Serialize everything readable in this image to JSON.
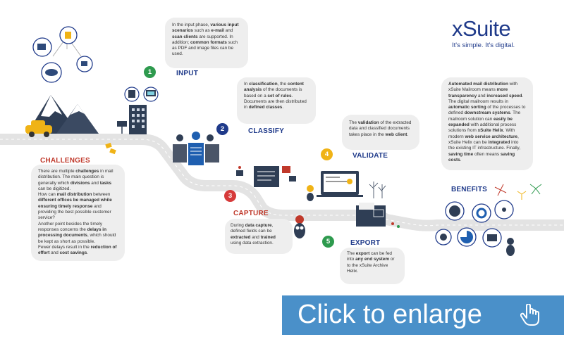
{
  "brand": {
    "name_prefix": "x",
    "name_main": "Suite",
    "slogan": "It's simple. It's digital."
  },
  "steps": {
    "input": {
      "number": "1",
      "title": "INPUT",
      "color": "#2e9a4e"
    },
    "classify": {
      "number": "2",
      "title": "CLASSIFY",
      "color": "#1f3a8a"
    },
    "capture": {
      "number": "3",
      "title": "CAPTURE",
      "color": "#d63a3a"
    },
    "validate": {
      "number": "4",
      "title": "VALIDATE",
      "color": "#f0b316"
    },
    "export": {
      "number": "5",
      "title": "EXPORT",
      "color": "#2e9a4e"
    },
    "benefits": {
      "title": "BENEFITS"
    },
    "challenges": {
      "title": "CHALLENGES"
    }
  },
  "texts": {
    "input": [
      {
        "t": "In the input phase, ",
        "b": false
      },
      {
        "t": "various input scenarios",
        "b": true
      },
      {
        "t": " such as ",
        "b": false
      },
      {
        "t": "e-mail",
        "b": true
      },
      {
        "t": " and ",
        "b": false
      },
      {
        "t": "scan clients",
        "b": true
      },
      {
        "t": " are supported. In addition; ",
        "b": false
      },
      {
        "t": "common formats",
        "b": true
      },
      {
        "t": " such as PDF and image files can be used.",
        "b": false
      }
    ],
    "classify": [
      {
        "t": "In ",
        "b": false
      },
      {
        "t": "classification",
        "b": true
      },
      {
        "t": ", the ",
        "b": false
      },
      {
        "t": "content analysis",
        "b": true
      },
      {
        "t": " of the documents is based on a ",
        "b": false
      },
      {
        "t": "set of rules",
        "b": true
      },
      {
        "t": ". Documents are then distributed in ",
        "b": false
      },
      {
        "t": "defined classes",
        "b": true
      },
      {
        "t": ".",
        "b": false
      }
    ],
    "validate": [
      {
        "t": "The ",
        "b": false
      },
      {
        "t": "validation",
        "b": true
      },
      {
        "t": " of the extracted data and classified documents takes place in the ",
        "b": false
      },
      {
        "t": "web client",
        "b": true
      },
      {
        "t": ".",
        "b": false
      }
    ],
    "capture": [
      {
        "t": "During ",
        "b": false
      },
      {
        "t": "data capture",
        "b": true
      },
      {
        "t": ", defined fields can be ",
        "b": false
      },
      {
        "t": "extracted",
        "b": true
      },
      {
        "t": " and ",
        "b": false
      },
      {
        "t": "trained",
        "b": true
      },
      {
        "t": " using data extraction.",
        "b": false
      }
    ],
    "export": [
      {
        "t": "The ",
        "b": false
      },
      {
        "t": "export",
        "b": true
      },
      {
        "t": " can be fed into ",
        "b": false
      },
      {
        "t": "any end system",
        "b": true
      },
      {
        "t": " or to the xSuite Archive Helix.",
        "b": false
      }
    ],
    "challenges": [
      {
        "t": "There are multiple ",
        "b": false
      },
      {
        "t": "challenges",
        "b": true
      },
      {
        "t": " in mail distribution. The main question is generally which ",
        "b": false
      },
      {
        "t": "divisions",
        "b": true
      },
      {
        "t": " and ",
        "b": false
      },
      {
        "t": "tasks",
        "b": true
      },
      {
        "t": " can be digitized.",
        "b": false
      },
      {
        "br": true
      },
      {
        "t": "How can ",
        "b": false
      },
      {
        "t": "mail distribution",
        "b": true
      },
      {
        "t": " between ",
        "b": false
      },
      {
        "t": "different offices be managed while ensuring timely response",
        "b": true
      },
      {
        "t": " and providing the best possible customer service?",
        "b": false
      },
      {
        "br": true
      },
      {
        "t": "Another point besides the timely responses concerns the ",
        "b": false
      },
      {
        "t": "delays in processing documents",
        "b": true
      },
      {
        "t": ", which should be kept as short as possible.",
        "b": false
      },
      {
        "br": true
      },
      {
        "t": "Fewer delays result in the ",
        "b": false
      },
      {
        "t": "reduction of effort",
        "b": true
      },
      {
        "t": " and ",
        "b": false
      },
      {
        "t": "cost savings",
        "b": true
      },
      {
        "t": ".",
        "b": false
      }
    ],
    "benefits": [
      {
        "t": "Automated mail distribution",
        "b": true
      },
      {
        "t": " with xSuite Mailroom means ",
        "b": false
      },
      {
        "t": "more transparency",
        "b": true
      },
      {
        "t": " and ",
        "b": false
      },
      {
        "t": "increased speed",
        "b": true
      },
      {
        "t": ". The digital mailroom results in ",
        "b": false
      },
      {
        "t": "automatic sorting",
        "b": true
      },
      {
        "t": " of the processes to defined ",
        "b": false
      },
      {
        "t": "downstream systems",
        "b": true
      },
      {
        "t": ". The mailroom solution can ",
        "b": false
      },
      {
        "t": "easily be expanded",
        "b": true
      },
      {
        "t": " with additional process solutions from ",
        "b": false
      },
      {
        "t": "xSuite Helix",
        "b": true
      },
      {
        "t": ". With modern ",
        "b": false
      },
      {
        "t": "web service architecture",
        "b": true
      },
      {
        "t": ", xSuite Helix can be ",
        "b": false
      },
      {
        "t": "integrated",
        "b": true
      },
      {
        "t": " into the existing IT infrastructure. Finally, ",
        "b": false
      },
      {
        "t": "saving time",
        "b": true
      },
      {
        "t": " often means ",
        "b": false
      },
      {
        "t": "saving costs",
        "b": true
      },
      {
        "t": ".",
        "b": false
      }
    ]
  },
  "cta": {
    "label": "Click to enlarge",
    "icon": "pointer-hand-icon"
  },
  "colors": {
    "navy": "#1f3a8a",
    "road": "#e3e3e3",
    "bubble": "#eeeeee",
    "cta": "#4a90c9",
    "accent_yellow": "#f0b316"
  }
}
